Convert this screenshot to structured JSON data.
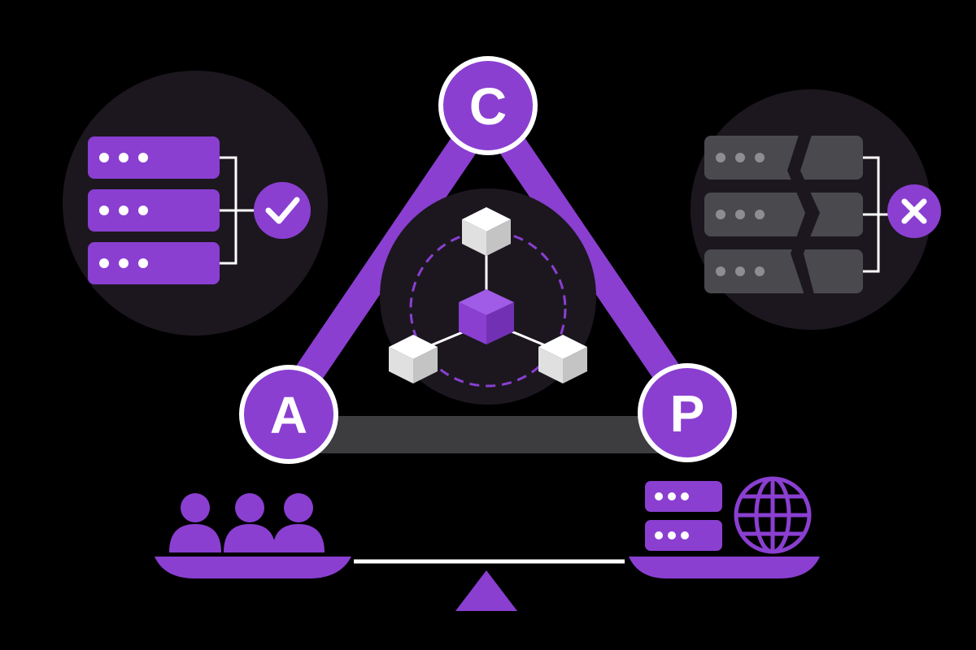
{
  "colors": {
    "background": "#000000",
    "accent": "#8a3fd1",
    "accent_light": "#9d50e0",
    "panel_bg": "#1c171f",
    "failed_gray": "#4a4a4e",
    "bar_gray": "#3d3d40",
    "cube_white": "#f2f2f2",
    "outline_white": "#ffffff"
  },
  "nodes": {
    "consistency": {
      "letter": "C"
    },
    "availability": {
      "letter": "A"
    },
    "partition": {
      "letter": "P"
    }
  },
  "left_panel": {
    "status": "success",
    "status_icon": "check-icon",
    "server_count": 3
  },
  "right_panel": {
    "status": "failure",
    "status_icon": "x-icon",
    "server_count": 3,
    "partition_mark": "lightning-crack"
  },
  "scale": {
    "left_pan_icon": "users-icon",
    "left_pan_user_count": 3,
    "right_pan_icons": [
      "server-stack-icon",
      "globe-icon"
    ]
  },
  "center_icon": "distributed-cubes-icon"
}
